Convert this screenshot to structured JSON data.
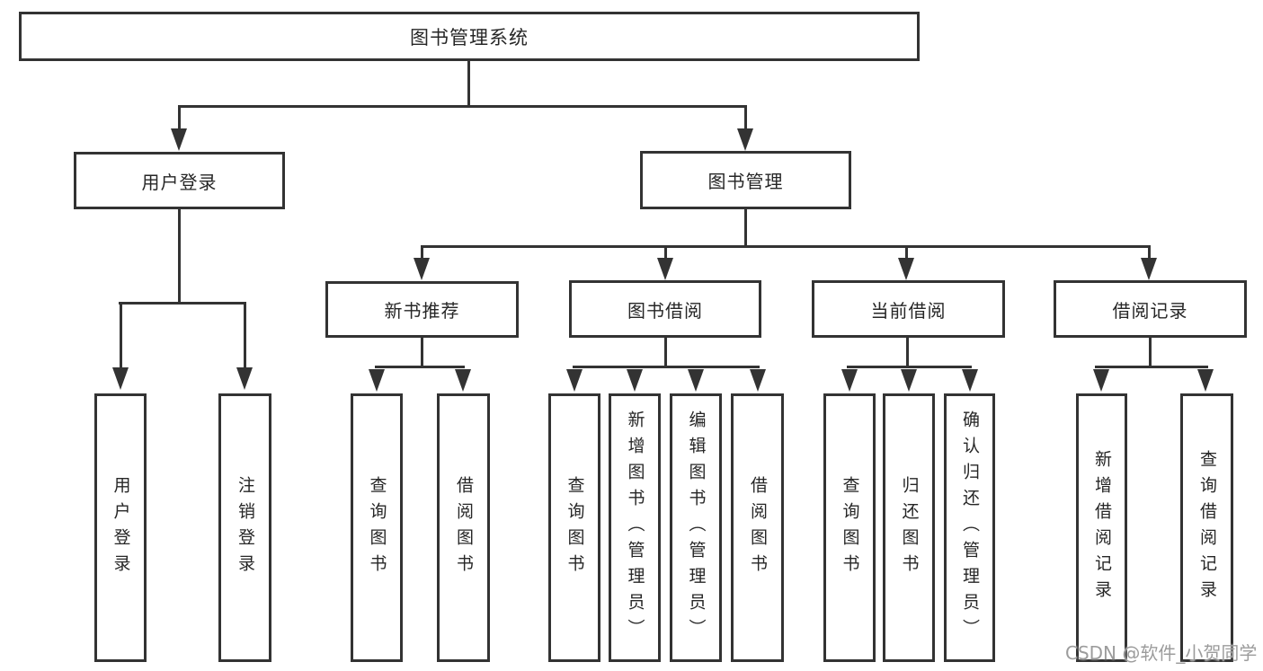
{
  "tree": {
    "root": "图书管理系统",
    "children": [
      {
        "label": "用户登录",
        "children": [
          {
            "label": "用户登录"
          },
          {
            "label": "注销登录"
          }
        ]
      },
      {
        "label": "图书管理",
        "children": [
          {
            "label": "新书推荐",
            "children": [
              {
                "label": "查询图书"
              },
              {
                "label": "借阅图书"
              }
            ]
          },
          {
            "label": "图书借阅",
            "children": [
              {
                "label": "查询图书"
              },
              {
                "label": "新增图书（管理员）"
              },
              {
                "label": "编辑图书（管理员）"
              },
              {
                "label": "借阅图书"
              }
            ]
          },
          {
            "label": "当前借阅",
            "children": [
              {
                "label": "查询图书"
              },
              {
                "label": "归还图书"
              },
              {
                "label": "确认归还（管理员）"
              }
            ]
          },
          {
            "label": "借阅记录",
            "children": [
              {
                "label": "新增借阅记录"
              },
              {
                "label": "查询借阅记录"
              }
            ]
          }
        ]
      }
    ]
  },
  "watermark": {
    "text": "CSDN @软件_小贺同学"
  },
  "colors": {
    "line": "#333333",
    "text": "#262626",
    "background": "#ffffff",
    "watermark": "#9c9c9c"
  }
}
